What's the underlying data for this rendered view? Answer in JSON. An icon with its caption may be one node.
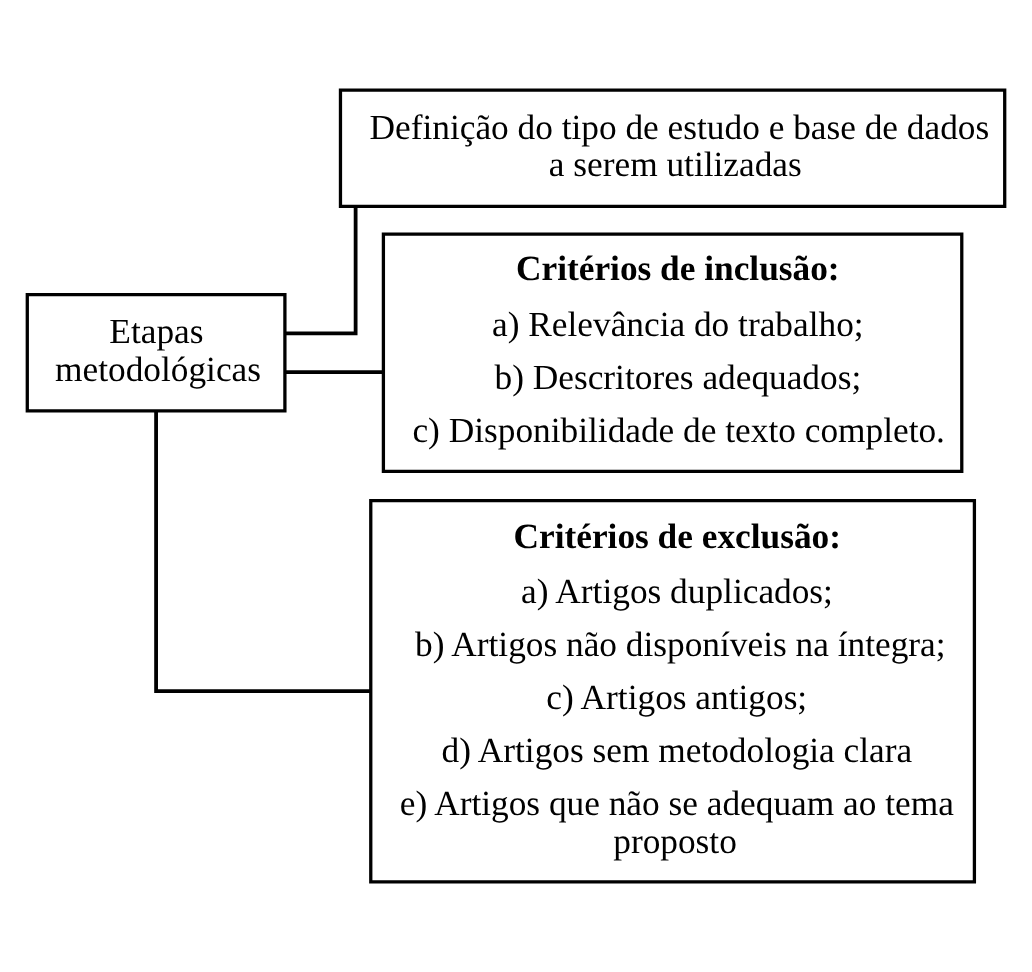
{
  "diagram": {
    "nodes": [
      {
        "text": [
          "Etapas metodológicas"
        ]
      },
      {
        "text": [
          "Definição do tipo de estudo e base de dados a serem utilizadas"
        ]
      },
      {
        "text": [
          "Critérios de inclusão:",
          "a) Relevância do trabalho;",
          "b) Descritores adequados;",
          "c) Disponibilidade de texto completo."
        ]
      },
      {
        "text": [
          "Critérios de exclusão:",
          "a) Artigos duplicados;",
          "b) Artigos não disponíveis na íntegra;",
          "c) Artigos antigos;",
          "d) Artigos sem metodologia clara",
          "e) Artigos que não se adequam ao tema proposto"
        ]
      }
    ],
    "edges": [
      {
        "from": 0,
        "to": 1,
        "arrow": "none"
      },
      {
        "from": 0,
        "to": 2,
        "arrow": "none"
      },
      {
        "from": 0,
        "to": 3,
        "arrow": "none"
      }
    ]
  }
}
